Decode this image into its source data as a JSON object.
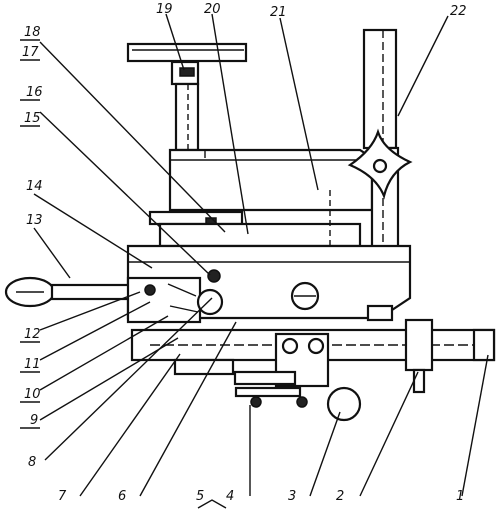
{
  "labels": {
    "l1": "1",
    "l2": "2",
    "l3": "3",
    "l4": "4",
    "l5": "5",
    "l6": "6",
    "l7": "7",
    "l8": "8",
    "l9": "9",
    "l10": "10",
    "l11": "11",
    "l12": "12",
    "l13": "13",
    "l14": "14",
    "l15": "15",
    "l16": "16",
    "l17": "17",
    "l18": "18",
    "l19": "19",
    "l20": "20",
    "l21": "21",
    "l22": "22"
  },
  "colors": {
    "ink": "#111111",
    "paper": "#ffffff"
  }
}
